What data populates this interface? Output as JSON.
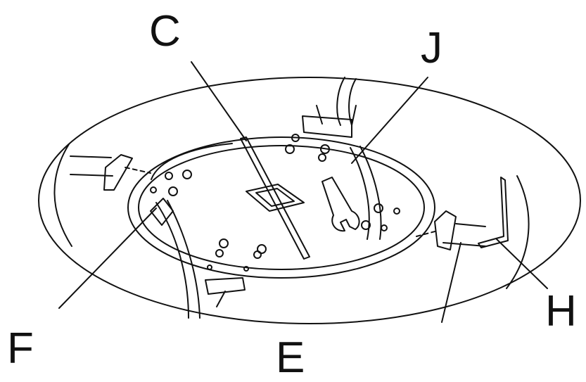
{
  "diagram": {
    "labels": {
      "c": "C",
      "j": "J",
      "f": "F",
      "e": "E",
      "h": "H"
    },
    "line_color": "#111111",
    "background": "#ffffff"
  }
}
